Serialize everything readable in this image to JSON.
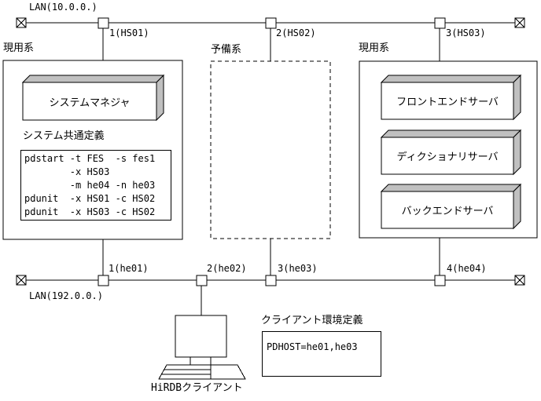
{
  "colors": {
    "line": "#000000",
    "background": "#ffffff",
    "box_face_gray": "#c0c0c0"
  },
  "top_lan": {
    "label": "LAN(10.0.0.)",
    "nodes": [
      {
        "label": "1(HS01)"
      },
      {
        "label": "2(HS02)"
      },
      {
        "label": "3(HS03)"
      }
    ]
  },
  "bottom_lan": {
    "label": "LAN(192.0.0.)",
    "nodes": [
      {
        "label": "1(he01)"
      },
      {
        "label": "2(he02)"
      },
      {
        "label": "3(he03)"
      },
      {
        "label": "4(he04)"
      }
    ]
  },
  "left_system": {
    "title": "現用系",
    "server": "システムマネジャ",
    "definition_title": "システム共通定義",
    "definition_lines": [
      "pdstart -t FES  -s fes1",
      "        -x HS03",
      "        -m he04 -n he03",
      "pdunit  -x HS01 -c HS02",
      "pdunit  -x HS03 -c HS02"
    ]
  },
  "standby_system": {
    "title": "予備系"
  },
  "right_system": {
    "title": "現用系",
    "servers": [
      {
        "label": "フロントエンドサーバ"
      },
      {
        "label": "ディクショナリサーバ"
      },
      {
        "label": "バックエンドサーバ"
      }
    ]
  },
  "client": {
    "label": "HiRDBクライアント",
    "env_title": "クライアント環境定義",
    "env_line": "PDHOST=he01,he03"
  }
}
